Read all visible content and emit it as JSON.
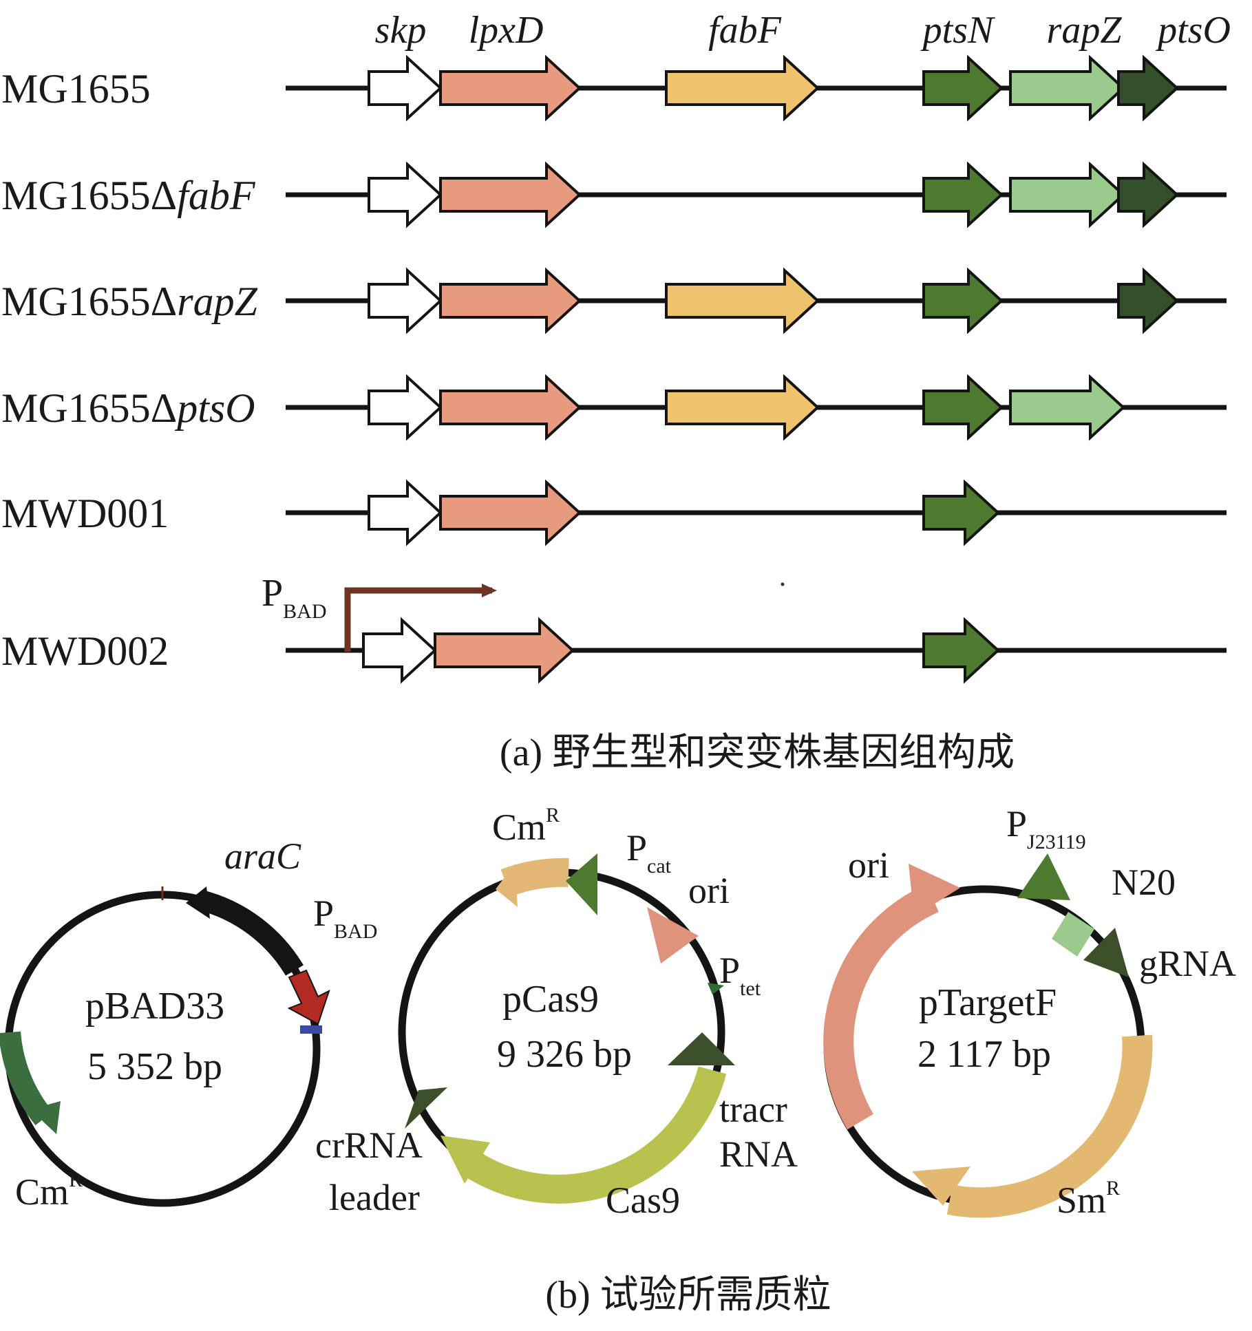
{
  "panel_a": {
    "gene_headers": [
      {
        "key": "skp",
        "label": "skp"
      },
      {
        "key": "lpxD",
        "label": "lpxD"
      },
      {
        "key": "fabF",
        "label": "fabF"
      },
      {
        "key": "ptsN",
        "label": "ptsN"
      },
      {
        "key": "rapZ",
        "label": "rapZ"
      },
      {
        "key": "ptsO",
        "label": "ptsO"
      }
    ],
    "gene_colors": {
      "skp": "#ffffff",
      "lpxD": "#e89a7e",
      "fabF": "#efc36e",
      "ptsN": "#4e7a30",
      "rapZ": "#9bcb8c",
      "ptsO": "#34502b"
    },
    "strains": [
      {
        "prefix": "MG1655",
        "delta": "",
        "genes": [
          "skp",
          "lpxD",
          "fabF",
          "ptsN",
          "rapZ",
          "ptsO"
        ]
      },
      {
        "prefix": "MG1655Δ",
        "delta": "fabF",
        "genes": [
          "skp",
          "lpxD",
          "ptsN",
          "rapZ",
          "ptsO"
        ]
      },
      {
        "prefix": "MG1655Δ",
        "delta": "rapZ",
        "genes": [
          "skp",
          "lpxD",
          "fabF",
          "ptsN",
          "ptsO"
        ]
      },
      {
        "prefix": "MG1655Δ",
        "delta": "ptsO",
        "genes": [
          "skp",
          "lpxD",
          "fabF",
          "ptsN",
          "rapZ"
        ]
      },
      {
        "prefix": "MWD001",
        "delta": "",
        "genes": [
          "skp",
          "lpxD",
          "ptsN"
        ]
      },
      {
        "prefix": "MWD002",
        "delta": "",
        "genes": [
          "skp",
          "lpxD",
          "ptsN"
        ],
        "promoter": {
          "main": "P",
          "sub": "BAD"
        }
      }
    ],
    "caption": "(a) 野生型和突变株基因组构成"
  },
  "panel_b": {
    "plasmids": [
      {
        "name": "pBAD33",
        "size": "5 352 bp",
        "features": {
          "araC": "araC",
          "pbad_main": "P",
          "pbad_sub": "BAD",
          "cmr_main": "Cm",
          "cmr_sup": "R"
        }
      },
      {
        "name": "pCas9",
        "size": "9 326 bp",
        "features": {
          "cmr_main": "Cm",
          "cmr_sup": "R",
          "pcat_main": "P",
          "pcat_sub": "cat",
          "ori": "ori",
          "ptet_main": "P",
          "ptet_sub": "tet",
          "tracr_1": "tracr",
          "tracr_2": "RNA",
          "cas9": "Cas9",
          "crrna_1": "crRNA",
          "crrna_2": "leader"
        }
      },
      {
        "name": "pTargetF",
        "size": "2 117 bp",
        "features": {
          "ori": "ori",
          "pj_main": "P",
          "pj_sub": "J23119",
          "n20": "N20",
          "grna": "gRNA",
          "smr_main": "Sm",
          "smr_sup": "R"
        }
      }
    ],
    "colors": {
      "black_arrow": "#141414",
      "pbad_red": "#b32a22",
      "cmr_green": "#3b6e3e",
      "cmr_orange": "#e3b877",
      "pcat_green": "#4e7a30",
      "ori_salmon": "#e0937c",
      "dark_green": "#3b4f2a",
      "cas9_lime": "#b9c24e",
      "n20_light": "#9bcb8c",
      "smr_gold": "#e3b870"
    },
    "caption": "(b) 试验所需质粒"
  }
}
